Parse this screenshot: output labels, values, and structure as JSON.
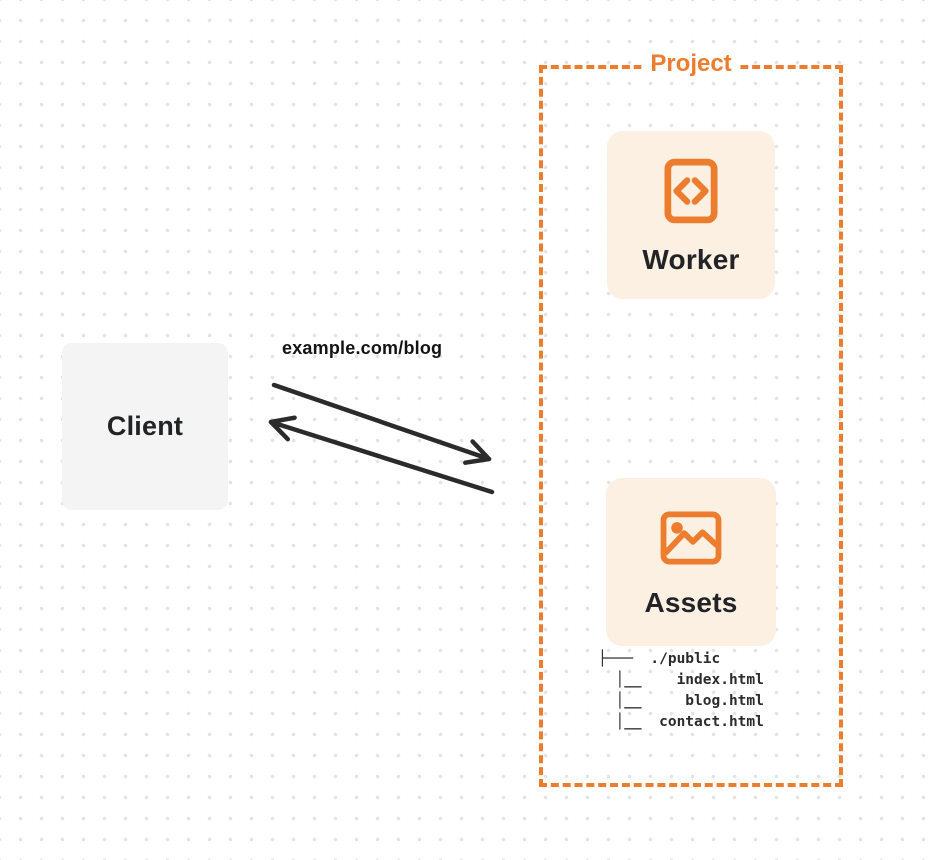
{
  "client": {
    "label": "Client"
  },
  "request": {
    "label": "example.com/blog"
  },
  "project": {
    "label": "Project",
    "worker": {
      "label": "Worker",
      "icon": "code-file-icon"
    },
    "assets": {
      "label": "Assets",
      "icon": "image-icon"
    },
    "file_tree": {
      "lines": [
        "├───  ./public",
        "  │__    index.html",
        "  │__     blog.html",
        "  │__  contact.html"
      ]
    }
  },
  "colors": {
    "accent": "#ED7D2E",
    "card_bg": "#FCF0E3",
    "client_bg": "#F4F4F5",
    "arrow": "#2B2B2B",
    "text_dark": "#222326",
    "dot": "#E3E3E8",
    "page_bg": "#FFFFFF"
  }
}
